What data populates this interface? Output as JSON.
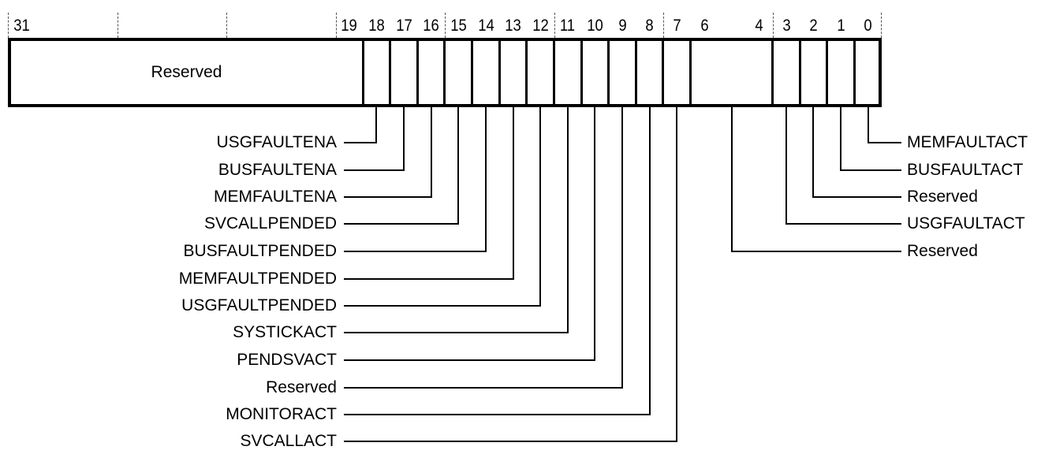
{
  "register": {
    "reserved_label": "Reserved"
  },
  "ruler": [
    "31",
    "19",
    "18",
    "17",
    "16",
    "15",
    "14",
    "13",
    "12",
    "11",
    "10",
    "9",
    "8",
    "7",
    "6",
    "4",
    "3",
    "2",
    "1",
    "0"
  ],
  "fields_left": [
    {
      "name": "USGFAULTENA",
      "bit": "18"
    },
    {
      "name": "BUSFAULTENA",
      "bit": "17"
    },
    {
      "name": "MEMFAULTENA",
      "bit": "16"
    },
    {
      "name": "SVCALLPENDED",
      "bit": "15"
    },
    {
      "name": "BUSFAULTPENDED",
      "bit": "14"
    },
    {
      "name": "MEMFAULTPENDED",
      "bit": "13"
    },
    {
      "name": "USGFAULTPENDED",
      "bit": "12"
    },
    {
      "name": "SYSTICKACT",
      "bit": "11"
    },
    {
      "name": "PENDSVACT",
      "bit": "10"
    },
    {
      "name": "Reserved",
      "bit": "9"
    },
    {
      "name": "MONITORACT",
      "bit": "8"
    },
    {
      "name": "SVCALLACT",
      "bit": "7"
    }
  ],
  "fields_right": [
    {
      "name": "MEMFAULTACT",
      "bit": "0"
    },
    {
      "name": "BUSFAULTACT",
      "bit": "1"
    },
    {
      "name": "Reserved",
      "bit": "2"
    },
    {
      "name": "USGFAULTACT",
      "bit": "3"
    },
    {
      "name": "Reserved",
      "bit": "6:4"
    }
  ],
  "colors": {
    "line": "#000000",
    "text": "#000000",
    "background": "#ffffff"
  }
}
